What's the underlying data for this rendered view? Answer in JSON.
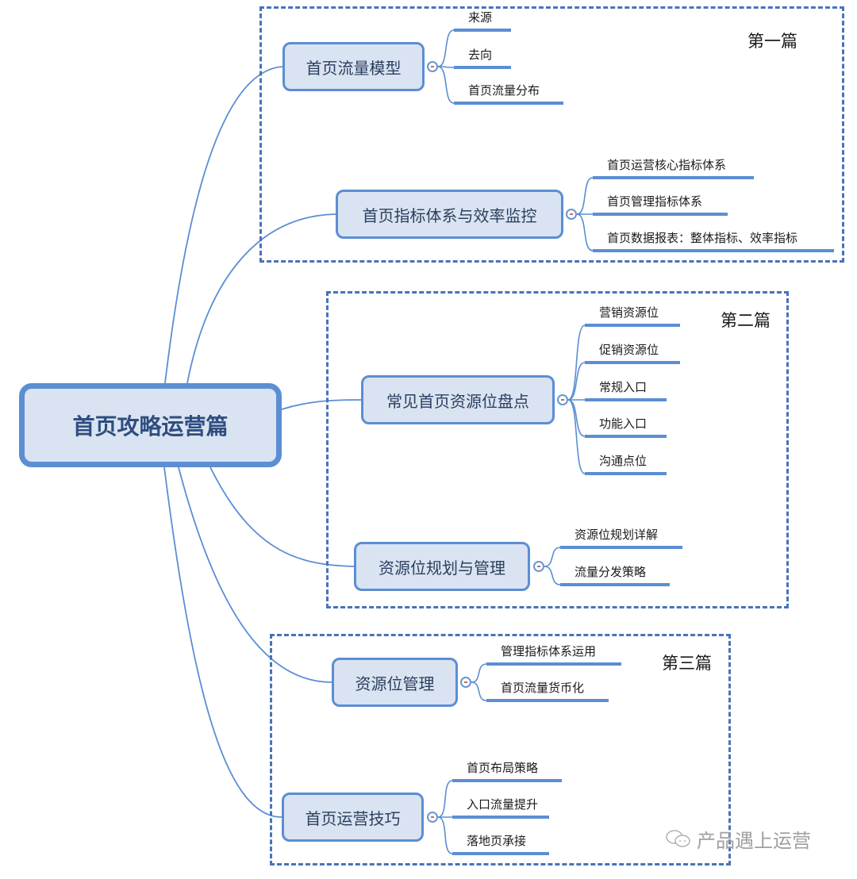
{
  "root": {
    "label": "首页攻略运营篇"
  },
  "sections": [
    {
      "title": "第一篇",
      "branches": [
        {
          "label": "首页流量模型",
          "children": [
            "来源",
            "去向",
            "首页流量分布"
          ]
        },
        {
          "label": "首页指标体系与效率监控",
          "children": [
            "首页运营核心指标体系",
            "首页管理指标体系",
            "首页数据报表：整体指标、效率指标"
          ]
        }
      ]
    },
    {
      "title": "第二篇",
      "branches": [
        {
          "label": "常见首页资源位盘点",
          "children": [
            "营销资源位",
            "促销资源位",
            "常规入口",
            "功能入口",
            "沟通点位"
          ]
        },
        {
          "label": "资源位规划与管理",
          "children": [
            "资源位规划详解",
            "流量分发策略"
          ]
        }
      ]
    },
    {
      "title": "第三篇",
      "branches": [
        {
          "label": "资源位管理",
          "children": [
            "管理指标体系运用",
            "首页流量货币化"
          ]
        },
        {
          "label": "首页运营技巧",
          "children": [
            "首页布局策略",
            "入口流量提升",
            "落地页承接"
          ]
        }
      ]
    }
  ],
  "watermark": {
    "icon": "wechat-icon",
    "text": "产品遇上运营"
  },
  "colors": {
    "line": "#5b8ed3",
    "node_fill": "#dae3f1",
    "dash": "#4a72b8"
  }
}
